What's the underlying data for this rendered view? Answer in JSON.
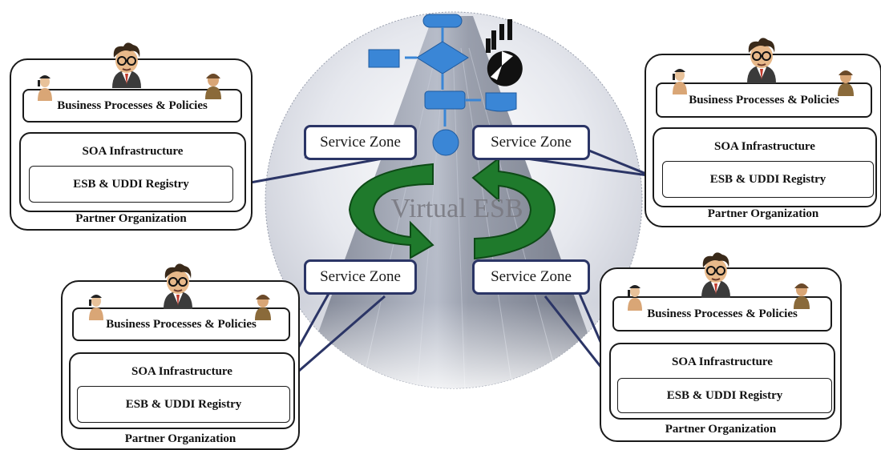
{
  "colors": {
    "connector": "#2b3566",
    "arrow_green": "#1f7a2c",
    "flow_blue": "#3a86d6"
  },
  "hub": {
    "label": "Virtual ESB"
  },
  "zones": [
    {
      "label": "Service Zone"
    },
    {
      "label": "Service Zone"
    },
    {
      "label": "Service Zone"
    },
    {
      "label": "Service Zone"
    }
  ],
  "orgs": [
    {
      "business": "Business Processes & Policies",
      "soa": "SOA Infrastructure",
      "esb": "ESB & UDDI Registry",
      "partner": "Partner Organization"
    },
    {
      "business": "Business Processes & Policies",
      "soa": "SOA Infrastructure",
      "esb": "ESB & UDDI Registry",
      "partner": "Partner Organization"
    },
    {
      "business": "Business Processes & Policies",
      "soa": "SOA Infrastructure",
      "esb": "ESB & UDDI Registry",
      "partner": "Partner Organization"
    },
    {
      "business": "Business Processes & Policies",
      "soa": "SOA Infrastructure",
      "esb": "ESB & UDDI Registry",
      "partner": "Partner Organization"
    }
  ],
  "icons": [
    "manager-icon",
    "agent-icon",
    "worker-icon",
    "flowchart-icon",
    "analytics-icon",
    "sync-arrows-icon",
    "building-icon"
  ]
}
